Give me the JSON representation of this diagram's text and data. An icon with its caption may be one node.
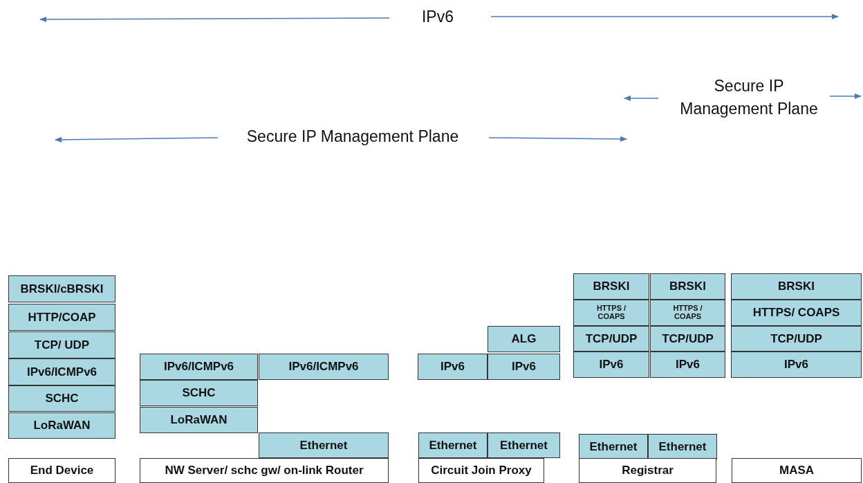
{
  "diagram": {
    "nodes": [
      {
        "text": [
          "BRSKI/cBRSKI"
        ]
      },
      {
        "text": [
          "HTTP/COAP"
        ]
      },
      {
        "text": [
          "TCP/ UDP"
        ]
      },
      {
        "text": [
          "IPv6/ICMPv6"
        ]
      },
      {
        "text": [
          "SCHC"
        ]
      },
      {
        "text": [
          "LoRaWAN"
        ]
      },
      {
        "text": [
          "End Device"
        ]
      },
      {
        "text": [
          "IPv6/ICMPv6"
        ]
      },
      {
        "text": [
          "IPv6/ICMPv6"
        ]
      },
      {
        "text": [
          "SCHC"
        ]
      },
      {
        "text": [
          "LoRaWAN"
        ]
      },
      {
        "text": [
          "Ethernet"
        ]
      },
      {
        "text": [
          "NW Server/ schc gw/ on-link Router"
        ]
      },
      {
        "text": [
          "ALG"
        ]
      },
      {
        "text": [
          "IPv6"
        ]
      },
      {
        "text": [
          "IPv6"
        ]
      },
      {
        "text": [
          "Ethernet"
        ]
      },
      {
        "text": [
          "Ethernet"
        ]
      },
      {
        "text": [
          "Circuit Join Proxy"
        ]
      },
      {
        "text": [
          "BRSKI"
        ]
      },
      {
        "text": [
          "BRSKI"
        ]
      },
      {
        "text": [
          "HTTPS / COAPS"
        ]
      },
      {
        "text": [
          "HTTPS / COAPS"
        ]
      },
      {
        "text": [
          "TCP/UDP"
        ]
      },
      {
        "text": [
          "TCP/UDP"
        ]
      },
      {
        "text": [
          "IPv6"
        ]
      },
      {
        "text": [
          "IPv6"
        ]
      },
      {
        "text": [
          "Ethernet"
        ]
      },
      {
        "text": [
          "Ethernet"
        ]
      },
      {
        "text": [
          "Registrar"
        ]
      },
      {
        "text": [
          "BRSKI"
        ]
      },
      {
        "text": [
          "HTTPS/ COAPS"
        ]
      },
      {
        "text": [
          "TCP/UDP"
        ]
      },
      {
        "text": [
          "IPv6"
        ]
      },
      {
        "text": [
          "MASA"
        ]
      }
    ],
    "edges": [],
    "labels": [
      "IPv6",
      "Secure IP Management Plane",
      "Secure IP Management Plane"
    ]
  }
}
